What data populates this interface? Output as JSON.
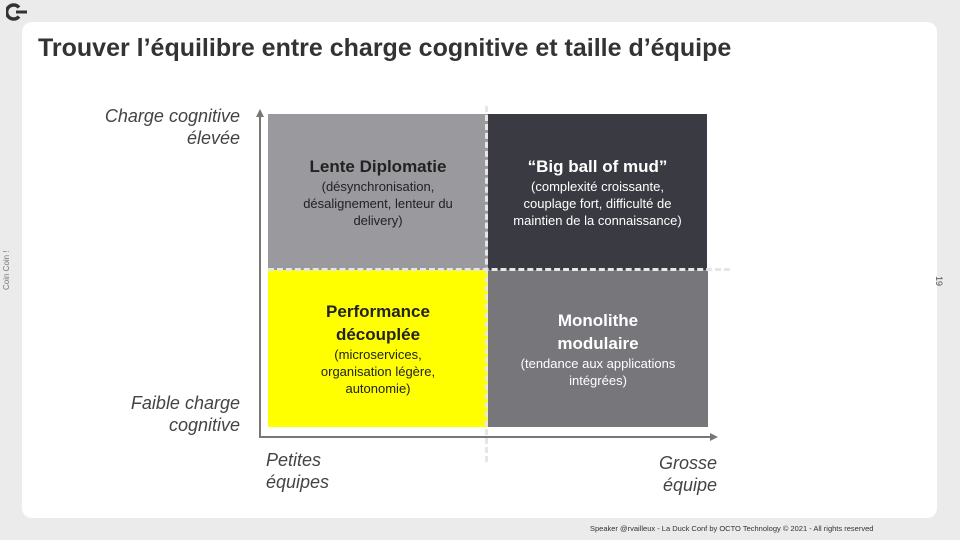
{
  "header": {
    "title": "Trouver l’équilibre entre charge cognitive et taille d’équipe"
  },
  "sidebar": {
    "text": "Coin Coin !",
    "page_number": "19"
  },
  "footer": {
    "text": "Speaker @rvailleux - La Duck Conf by OCTO Technology  © 2021 - All rights reserved"
  },
  "axes": {
    "y_high": [
      "Charge cognitive",
      "élevée"
    ],
    "y_low": [
      "Faible charge",
      "cognitive"
    ],
    "x_low": [
      "Petites",
      "équipes"
    ],
    "x_high": [
      "Grosse",
      "équipe"
    ]
  },
  "quadrants": [
    {
      "title": "Lente Diplomatie",
      "desc": "(désynchronisation, désalignement, lenteur du delivery)",
      "color": "#9a999e"
    },
    {
      "title": "“Big ball of mud”",
      "desc": "(complexité croissante, couplage fort, difficulté de maintien de la connaissance)",
      "color": "#393a42"
    },
    {
      "title": "Performance découplée",
      "desc": "(microservices, organisation légère, autonomie)",
      "color": "#ffff00"
    },
    {
      "title": "Monolithe modulaire",
      "desc": "(tendance aux applications intégrées)",
      "color": "#76767b"
    }
  ]
}
